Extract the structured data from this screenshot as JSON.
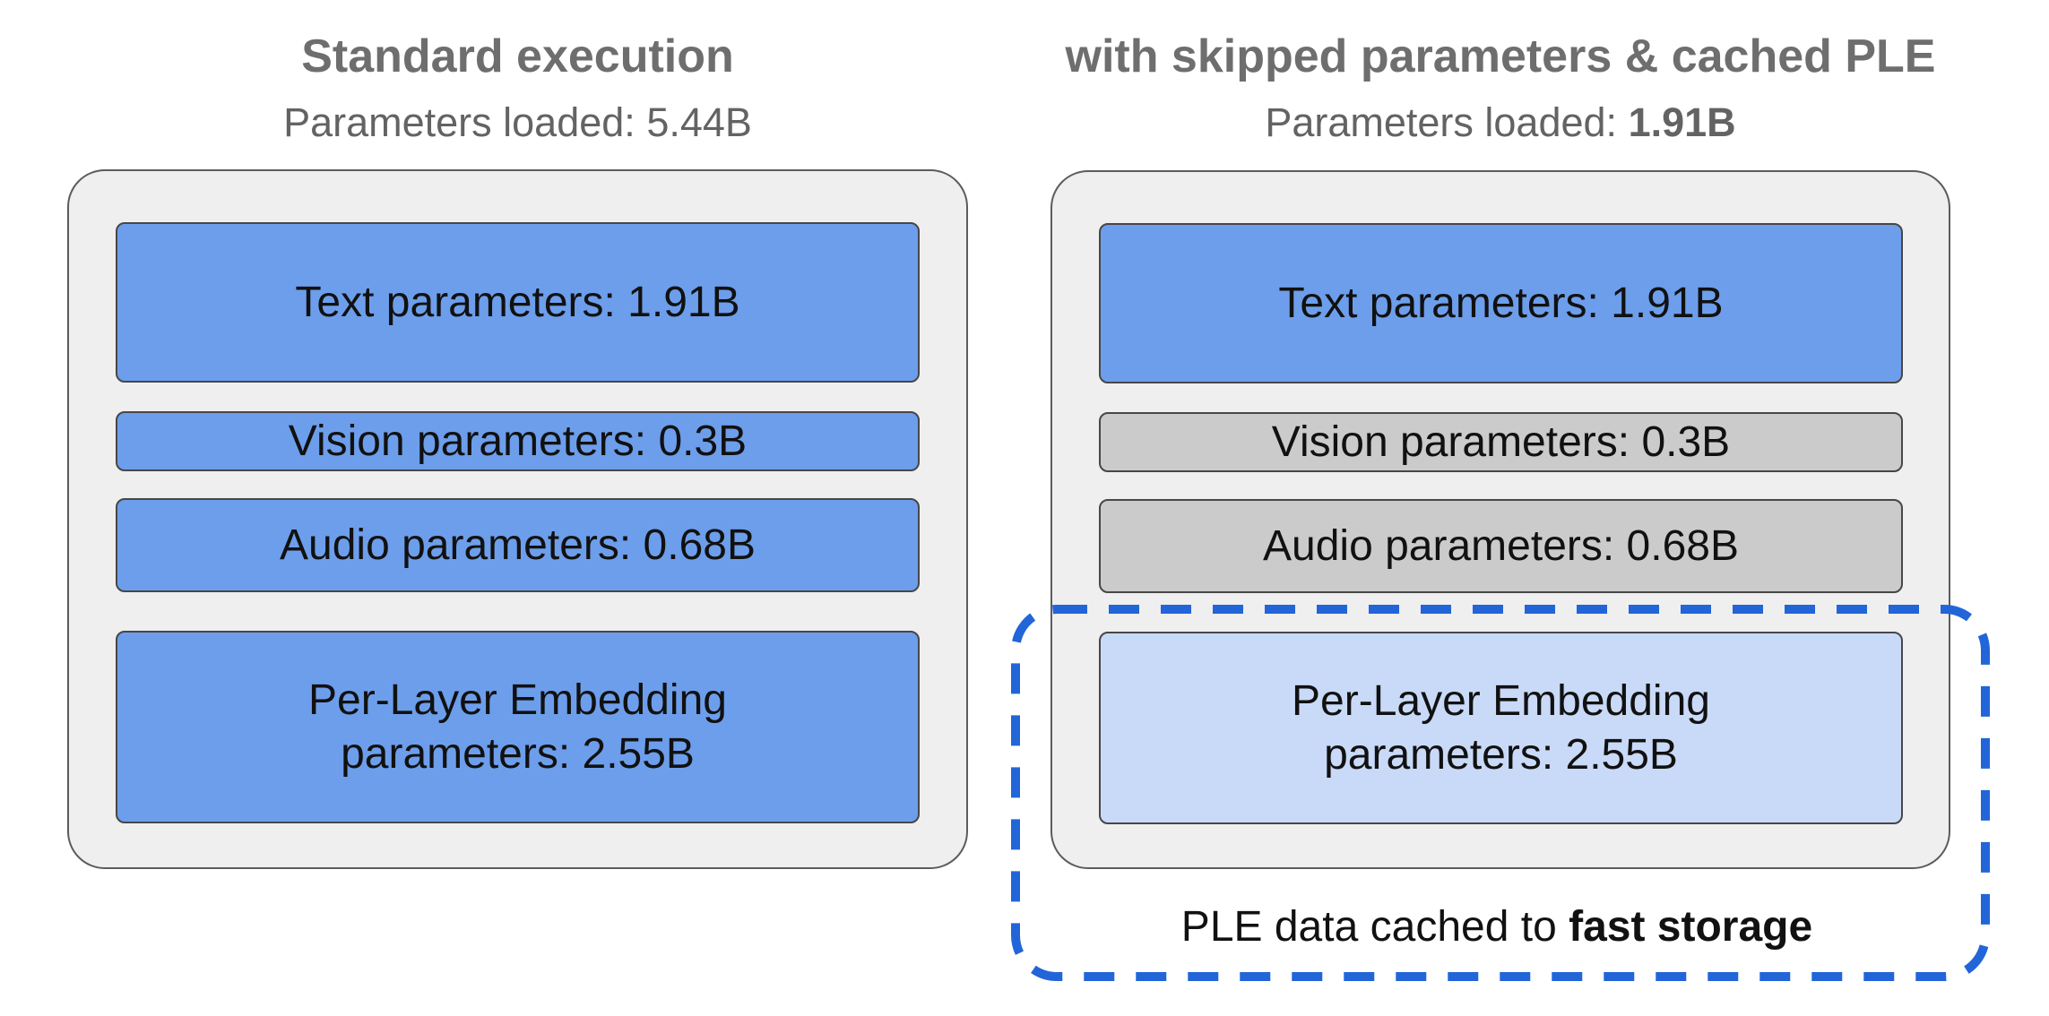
{
  "colors": {
    "blue": "#6D9EEB",
    "light_blue": "#C9DAF8",
    "gray_box": "#CBCBCB",
    "container_bg": "#EFEFEF",
    "dashed_blue": "#2265D8",
    "title_gray": "#6E6E6E",
    "subtitle_gray": "#636363",
    "text_black": "#111111",
    "border_dark": "#474747",
    "container_border": "#5C5C5C"
  },
  "left_panel": {
    "title": "Standard execution",
    "subtitle_prefix": "Parameters loaded: ",
    "subtitle_value": "5.44B",
    "boxes": {
      "text": {
        "label": "Text parameters: 1.91B"
      },
      "vision": {
        "label": "Vision parameters: 0.3B"
      },
      "audio": {
        "label": "Audio parameters: 0.68B"
      },
      "ple": {
        "line1": "Per-Layer Embedding",
        "line2": "parameters: 2.55B"
      }
    }
  },
  "right_panel": {
    "title": "with skipped parameters & cached PLE",
    "subtitle_prefix": "Parameters loaded: ",
    "subtitle_value": "1.91B",
    "boxes": {
      "text": {
        "label": "Text parameters: 1.91B"
      },
      "vision": {
        "label": "Vision parameters: 0.3B"
      },
      "audio": {
        "label": "Audio parameters: 0.68B"
      },
      "ple": {
        "line1": "Per-Layer Embedding",
        "line2": "parameters: 2.55B"
      }
    }
  },
  "callout": {
    "prefix": "PLE data cached to ",
    "bold_text": "fast storage"
  }
}
